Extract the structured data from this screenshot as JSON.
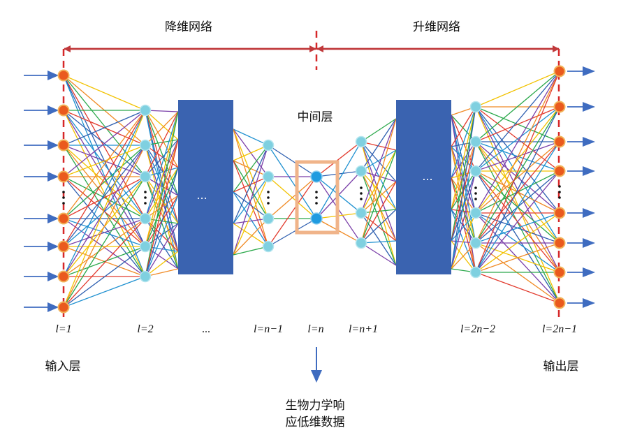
{
  "title_left": "降维网络",
  "title_right": "升维网络",
  "middle_label": "中间层",
  "input_label": "输入层",
  "output_label": "输出层",
  "bottom_label_line1": "生物力学响",
  "bottom_label_line2": "应低维数据",
  "block_ellipsis": "...",
  "layer_labels": {
    "l1": "l=1",
    "l2": "l=2",
    "dots": "...",
    "ln_minus_1": "l=n−1",
    "ln": "l=n",
    "ln_plus_1": "l=n+1",
    "l2n_minus_2": "l=2n−2",
    "l2n_minus_1": "l=2n−1"
  },
  "colors": {
    "arrow_red": "#c0393b",
    "dashed_red": "#d62728",
    "block_blue": "#3a63b0",
    "input_arrow": "#3f6cc0",
    "node_edge": "#e87d2a",
    "node_orange_fill": "#ea5a1e",
    "node_cyan": "#7fd0e0",
    "node_blue": "#1f9be0",
    "mid_box": "#f0b48a",
    "edge_palette": [
      "#f2c200",
      "#e23b2e",
      "#7a3fa8",
      "#2aa84a",
      "#1e90d0",
      "#f08a24",
      "#2e5fb0"
    ]
  }
}
